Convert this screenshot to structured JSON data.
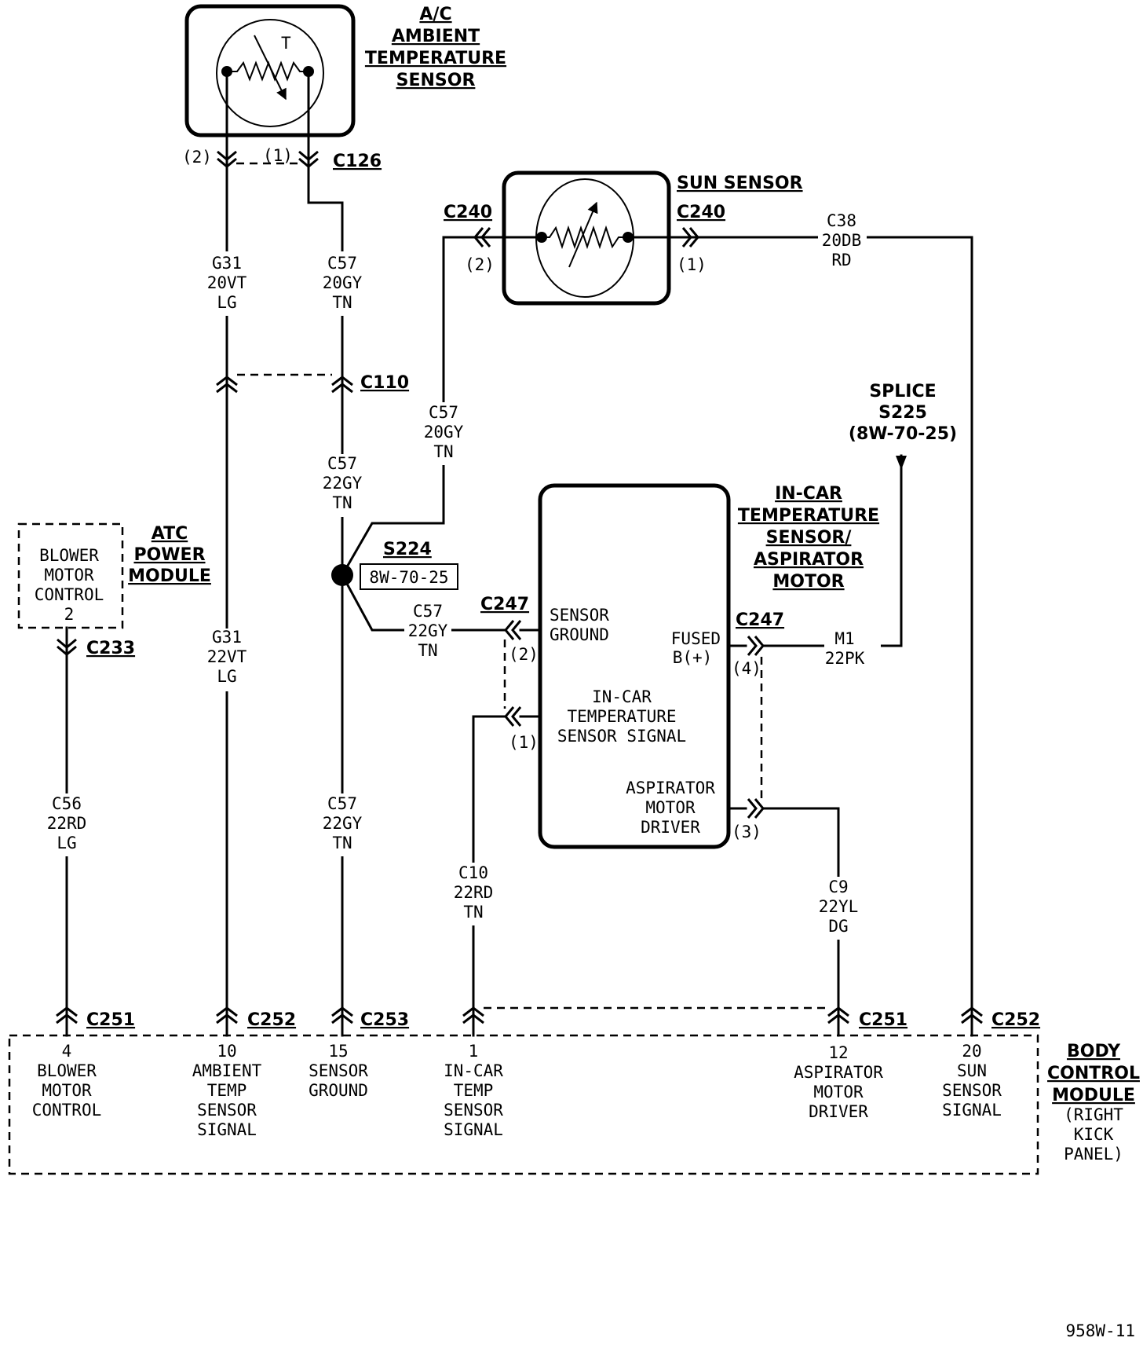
{
  "diagram": {
    "figure_id": "958W-11",
    "components": {
      "ambient_sensor": {
        "title_lines": [
          "A/C",
          "AMBIENT",
          "TEMPERATURE",
          "SENSOR"
        ],
        "symbol_label": "T"
      },
      "sun_sensor": {
        "title": "SUN SENSOR"
      },
      "atc_power_module": {
        "title_lines": [
          "ATC",
          "POWER",
          "MODULE"
        ],
        "inner_lines": [
          "BLOWER",
          "MOTOR",
          "CONTROL",
          "2"
        ]
      },
      "in_car_sensor": {
        "title_lines": [
          "IN-CAR",
          "TEMPERATURE",
          "SENSOR/",
          "ASPIRATOR",
          "MOTOR"
        ],
        "pins": {
          "sensor_ground": [
            "SENSOR",
            "GROUND"
          ],
          "fused_b": [
            "FUSED",
            "B(+)"
          ],
          "signal": [
            "IN-CAR",
            "TEMPERATURE",
            "SENSOR SIGNAL"
          ],
          "aspirator": [
            "ASPIRATOR",
            "MOTOR",
            "DRIVER"
          ]
        }
      },
      "splice_s225": {
        "lines": [
          "SPLICE",
          "S225",
          "(8W-70-25)"
        ]
      },
      "splice_s224": {
        "name": "S224",
        "ref": "8W-70-25"
      },
      "bcm": {
        "title_lines": [
          "BODY",
          "CONTROL",
          "MODULE"
        ],
        "sub_lines": [
          "(RIGHT",
          "KICK",
          "PANEL)"
        ],
        "pins": [
          {
            "num": "4",
            "lines": [
              "BLOWER",
              "MOTOR",
              "CONTROL"
            ]
          },
          {
            "num": "10",
            "lines": [
              "AMBIENT",
              "TEMP",
              "SENSOR",
              "SIGNAL"
            ]
          },
          {
            "num": "15",
            "lines": [
              "SENSOR",
              "GROUND"
            ]
          },
          {
            "num": "1",
            "lines": [
              "IN-CAR",
              "TEMP",
              "SENSOR",
              "SIGNAL"
            ]
          },
          {
            "num": "12",
            "lines": [
              "ASPIRATOR",
              "MOTOR",
              "DRIVER"
            ]
          },
          {
            "num": "20",
            "lines": [
              "SUN",
              "SENSOR",
              "SIGNAL"
            ]
          }
        ]
      }
    },
    "connectors": {
      "c126": "C126",
      "c240_left": "C240",
      "c240_right": "C240",
      "c110": "C110",
      "c233": "C233",
      "c247_left": "C247",
      "c247_right": "C247",
      "c251_a": "C251",
      "c252_a": "C252",
      "c253": "C253",
      "c251_b": "C251",
      "c252_b": "C252"
    },
    "pin_labels": {
      "c126_2": "(2)",
      "c126_1": "(1)",
      "c240_2": "(2)",
      "c240_1": "(1)",
      "c247_2": "(2)",
      "c247_1": "(1)",
      "c247_4": "(4)",
      "c247_3": "(3)"
    },
    "wires": {
      "g31_top": [
        "G31",
        "20VT",
        "LG"
      ],
      "c57_top": [
        "C57",
        "20GY",
        "TN"
      ],
      "c38": [
        "C38",
        "20DB",
        "RD"
      ],
      "c57_mid_right": [
        "C57",
        "20GY",
        "TN"
      ],
      "c57_mid": [
        "C57",
        "22GY",
        "TN"
      ],
      "g31_low": [
        "G31",
        "22VT",
        "LG"
      ],
      "c57_branch": [
        "C57",
        "22GY",
        "TN"
      ],
      "m1": [
        "M1",
        "22PK"
      ],
      "c56": [
        "C56",
        "22RD",
        "LG"
      ],
      "c57_low": [
        "C57",
        "22GY",
        "TN"
      ],
      "c10": [
        "C10",
        "22RD",
        "TN"
      ],
      "c9": [
        "C9",
        "22YL",
        "DG"
      ]
    }
  }
}
